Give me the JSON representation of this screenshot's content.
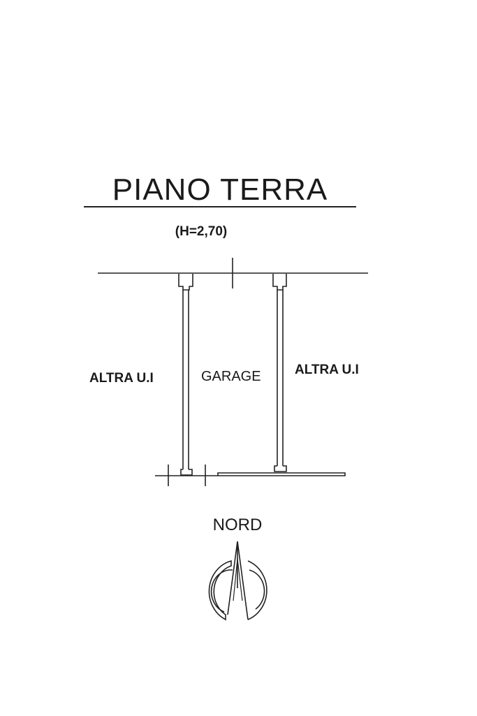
{
  "plan": {
    "title": "PIANO TERRA",
    "height_note": "(H=2,70)"
  },
  "rooms": {
    "left_label": "ALTRA U.I",
    "center_label": "GARAGE",
    "right_label": "ALTRA U.I"
  },
  "compass": {
    "label": "NORD",
    "icon": "north-arrow-icon"
  },
  "colors": {
    "ink": "#222222",
    "background": "#ffffff"
  }
}
